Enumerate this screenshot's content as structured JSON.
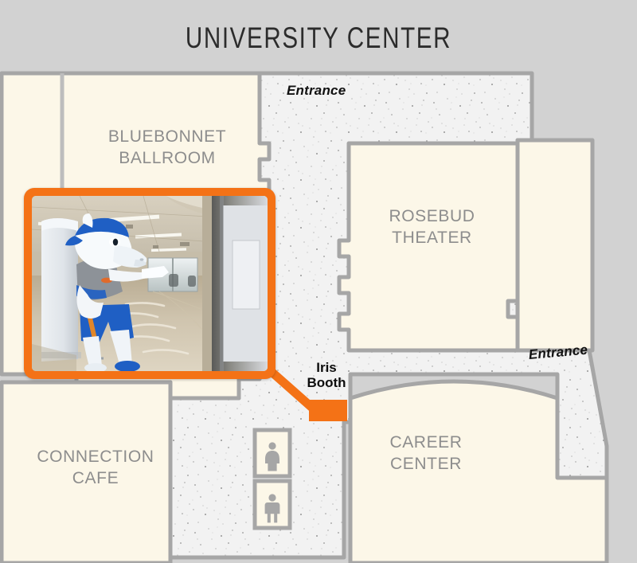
{
  "header": {
    "title": "UNIVERSITY CENTER"
  },
  "map": {
    "background_color": "#d2d2d2",
    "room_fill_color": "#fcf7e8",
    "corridor_fill_color": "#f2f2f2",
    "wall_color": "#a6a6a6",
    "accent_color": "#f47216",
    "room_label_color": "#8d8d8d",
    "rooms": [
      {
        "id": "bluebonnet-ballroom",
        "label": "BLUEBONNET\nBALLROOM"
      },
      {
        "id": "rosebud-theater",
        "label": "ROSEBUD\nTHEATER"
      },
      {
        "id": "career-center",
        "label": "CAREER\nCENTER"
      },
      {
        "id": "connection-cafe",
        "label": "CONNECTION\nCAFE"
      }
    ],
    "entrances": [
      {
        "id": "entrance-top",
        "label": "Entrance"
      },
      {
        "id": "entrance-right",
        "label": "Entrance"
      }
    ],
    "marker": {
      "id": "iris-booth",
      "label": "Iris\nBooth",
      "color": "#f47216"
    },
    "restrooms": [
      {
        "id": "restroom-women",
        "icon": "women-restroom-icon"
      },
      {
        "id": "restroom-men",
        "icon": "men-restroom-icon"
      }
    ]
  },
  "photo_callout": {
    "alt": "Iris the mascot pointing down a University Center corridor",
    "border_color": "#f47216",
    "subject": "mascot-pointing"
  }
}
